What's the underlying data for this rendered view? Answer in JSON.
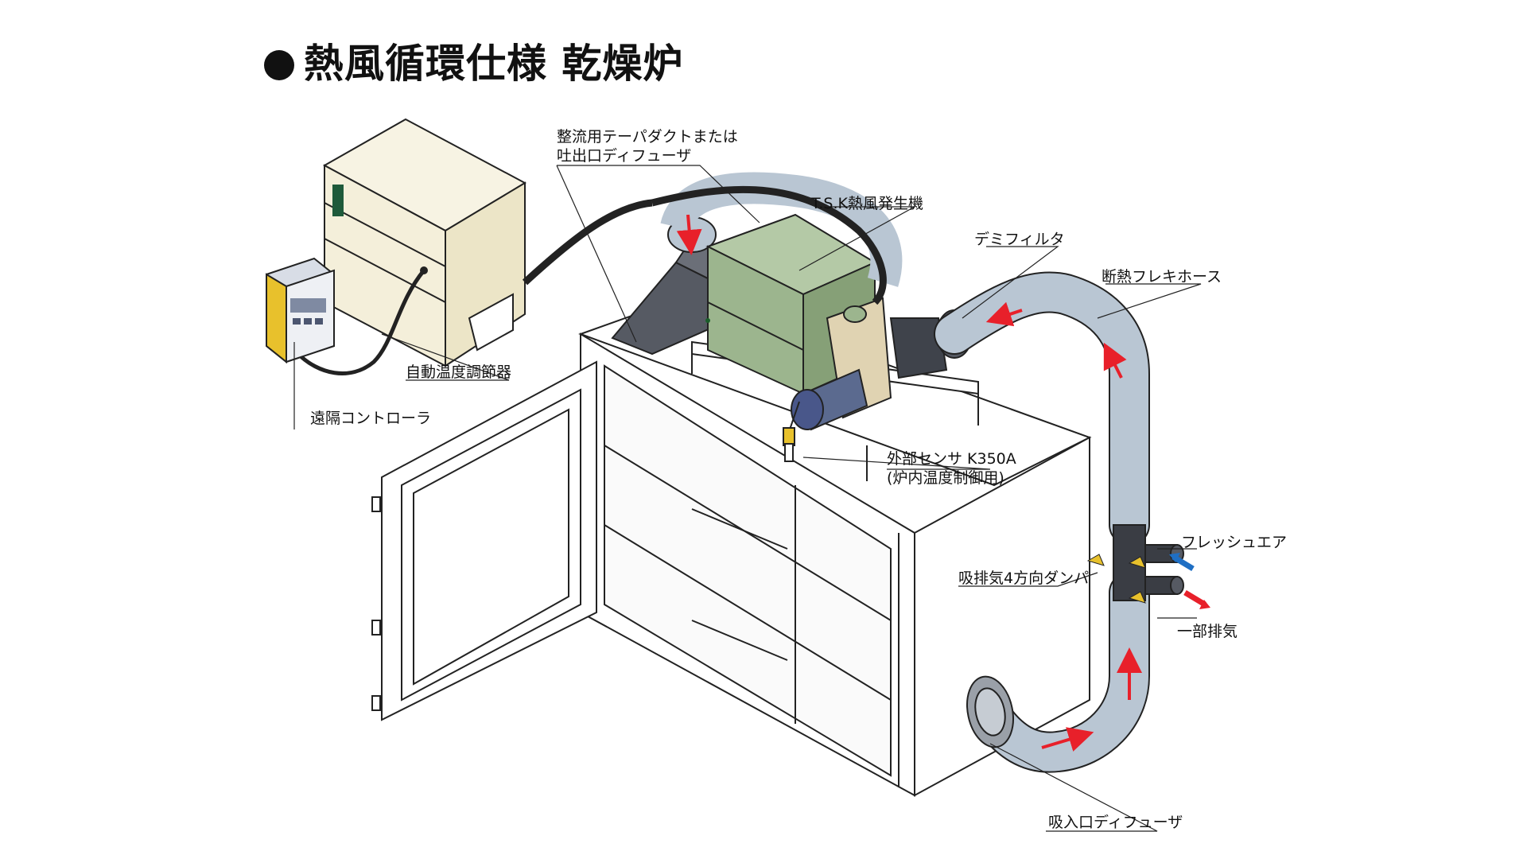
{
  "title": "熱風循環仕様 乾燥炉",
  "labels": {
    "duct": "整流用テーパダクトまたは",
    "duct2": "吐出口ディフューザ",
    "heater": "T.S.K熱風発生機",
    "filter": "デミフィルタ",
    "hose": "断熱フレキホース",
    "controller": "自動温度調節器",
    "remote": "遠隔コントローラ",
    "sensor": "外部センサ K350A",
    "sensor2": "(炉内温度制御用)",
    "fresh": "フレッシュエア",
    "damper": "吸排気4方向ダンパ",
    "exhaust": "一部排気",
    "intake": "吸入口ディフューザ"
  },
  "colors": {
    "heater_green": "#9cb58e",
    "duct_gray": "#565a63",
    "hose_blue": "#b9c6d3",
    "cabinet_cream": "#f4efda",
    "filter_tan": "#e0d3b2",
    "flow_red": "#e8202a",
    "fresh_blue": "#1f6fc4",
    "damper_yellow": "#e8c12c"
  }
}
